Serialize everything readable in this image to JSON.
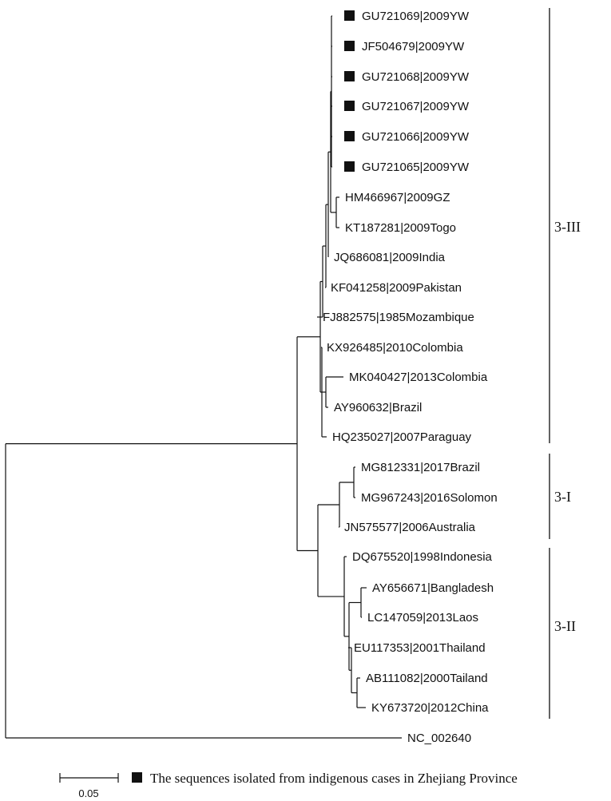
{
  "tree": {
    "leaves": [
      {
        "label": "GU721069|2009YW",
        "marker": true
      },
      {
        "label": "JF504679|2009YW",
        "marker": true
      },
      {
        "label": "GU721068|2009YW",
        "marker": true
      },
      {
        "label": "GU721067|2009YW",
        "marker": true
      },
      {
        "label": "GU721066|2009YW",
        "marker": true
      },
      {
        "label": "GU721065|2009YW",
        "marker": true
      },
      {
        "label": "HM466967|2009GZ",
        "marker": false
      },
      {
        "label": "KT187281|2009Togo",
        "marker": false
      },
      {
        "label": "JQ686081|2009India",
        "marker": false
      },
      {
        "label": "KF041258|2009Pakistan",
        "marker": false
      },
      {
        "label": "FJ882575|1985Mozambique",
        "marker": false
      },
      {
        "label": "KX926485|2010Colombia",
        "marker": false
      },
      {
        "label": "MK040427|2013Colombia",
        "marker": false
      },
      {
        "label": "AY960632|Brazil",
        "marker": false
      },
      {
        "label": "HQ235027|2007Paraguay",
        "marker": false
      },
      {
        "label": "MG812331|2017Brazil",
        "marker": false
      },
      {
        "label": "MG967243|2016Solomon",
        "marker": false
      },
      {
        "label": "JN575577|2006Australia",
        "marker": false
      },
      {
        "label": "DQ675520|1998Indonesia",
        "marker": false
      },
      {
        "label": "AY656671|Bangladesh",
        "marker": false
      },
      {
        "label": "LC147059|2013Laos",
        "marker": false
      },
      {
        "label": "EU117353|2001Thailand",
        "marker": false
      },
      {
        "label": "AB111082|2000Tailand",
        "marker": false
      },
      {
        "label": "KY673720|2012China",
        "marker": false
      },
      {
        "label": "NC_002640",
        "marker": false
      }
    ],
    "clades": [
      {
        "label": "3-III"
      },
      {
        "label": "3-I"
      },
      {
        "label": "3-II"
      }
    ],
    "scale_bar": {
      "label": "0.05"
    },
    "legend": {
      "text": "The sequences isolated from indigenous cases in Zhejiang Province"
    }
  }
}
